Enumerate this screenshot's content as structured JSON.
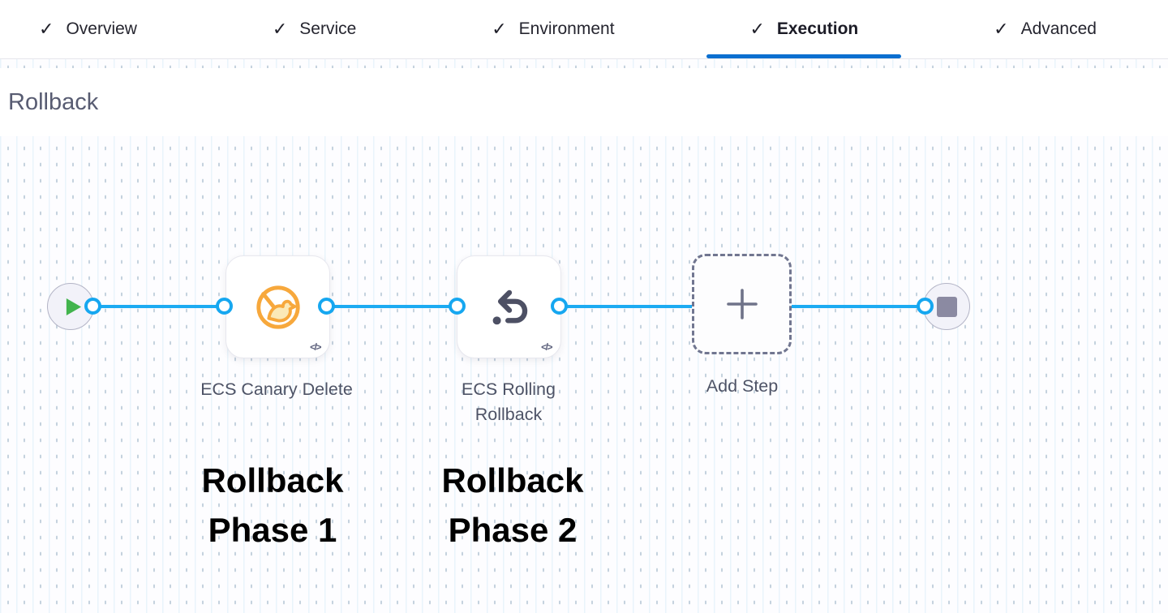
{
  "tabs": {
    "check_glyph": "✓",
    "active": "Execution",
    "items": [
      {
        "label": "Overview"
      },
      {
        "label": "Service"
      },
      {
        "label": "Environment"
      },
      {
        "label": "Execution"
      },
      {
        "label": "Advanced"
      }
    ]
  },
  "section": {
    "title": "Rollback"
  },
  "pipeline": {
    "steps": [
      {
        "label": "ECS Canary Delete",
        "icon": "canary-delete-icon",
        "badge": "</>"
      },
      {
        "label": "ECS Rolling Rollback",
        "icon": "rollback-arrow-icon",
        "badge": "</>"
      }
    ],
    "add_step": {
      "label": "Add Step",
      "plus_glyph": "+"
    },
    "nodes": {
      "start": "play",
      "end": "stop"
    }
  },
  "annotations": [
    {
      "line1": "Rollback",
      "line2": "Phase 1"
    },
    {
      "line1": "Rollback",
      "line2": "Phase 2"
    }
  ],
  "colors": {
    "primary_blue": "#0b6fd0",
    "flow_blue": "#1cabf2",
    "canary_orange": "#f7a83c",
    "play_green": "#42b44d",
    "node_gray": "#8b8aa2",
    "slate_text": "#4e5366",
    "annotation_black": "#000000"
  }
}
